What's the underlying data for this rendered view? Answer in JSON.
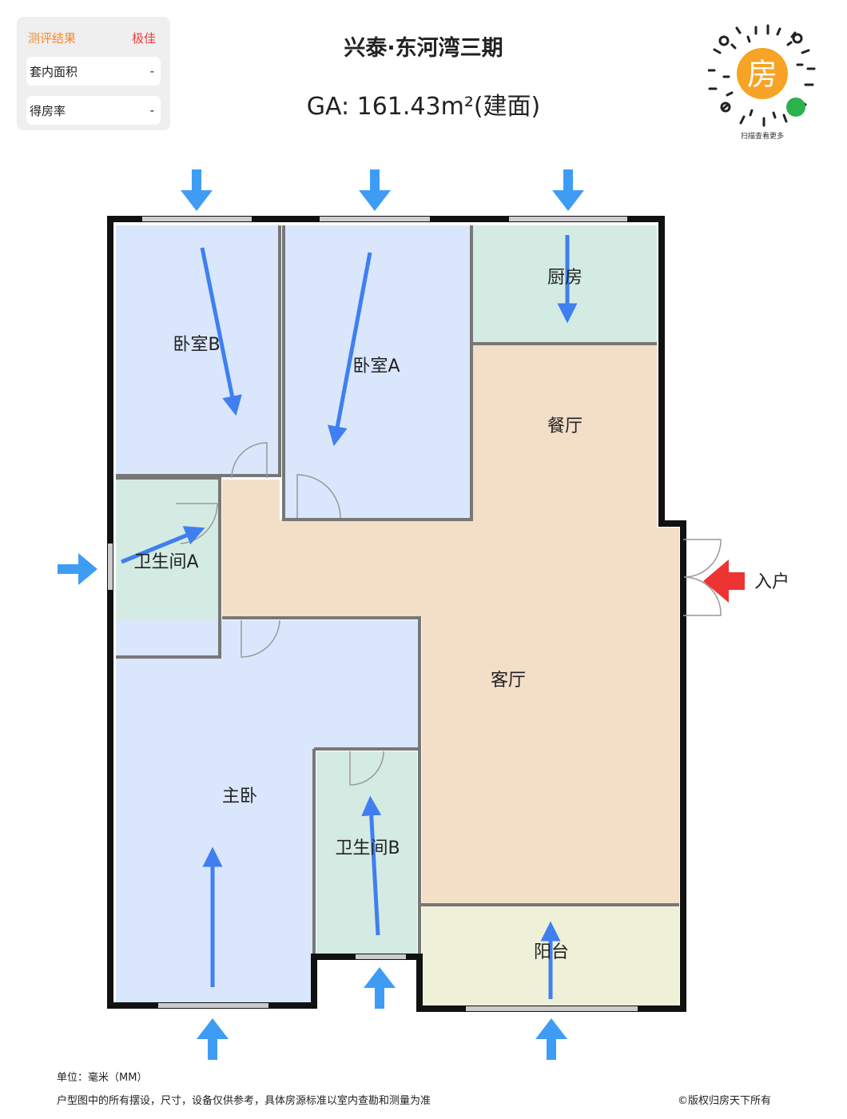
{
  "panel": {
    "header": "测评结果",
    "rating": "极佳",
    "rows": [
      {
        "label": "套内面积",
        "value": "-"
      },
      {
        "label": "得房率",
        "value": "-"
      }
    ]
  },
  "header": {
    "title": "兴泰·东河湾三期",
    "area": "GA: 161.43m²(建面)"
  },
  "qr": {
    "center_char": "房",
    "caption": "扫描查看更多"
  },
  "rooms": {
    "bedroom_b": "卧室B",
    "bedroom_a": "卧室A",
    "kitchen": "厨房",
    "dining": "餐厅",
    "living": "客厅",
    "bath_a": "卫生间A",
    "master": "主卧",
    "bath_b": "卫生间B",
    "balcony": "阳台",
    "entry": "入户"
  },
  "footer": {
    "unit": "单位：毫米（MM）",
    "disclaimer": "户型图中的所有摆设，尺寸，设备仅供参考，具体房源标准以室内查勘和测量为准",
    "copyright": "©版权归房天下所有"
  },
  "colors": {
    "bedroom": "#d9e6fb",
    "wet": "#d4ebe3",
    "living": "#f3dec8",
    "balcony": "#eef0d8",
    "arrow": "#3f7ff0",
    "entry_arrow": "#ee3333"
  }
}
